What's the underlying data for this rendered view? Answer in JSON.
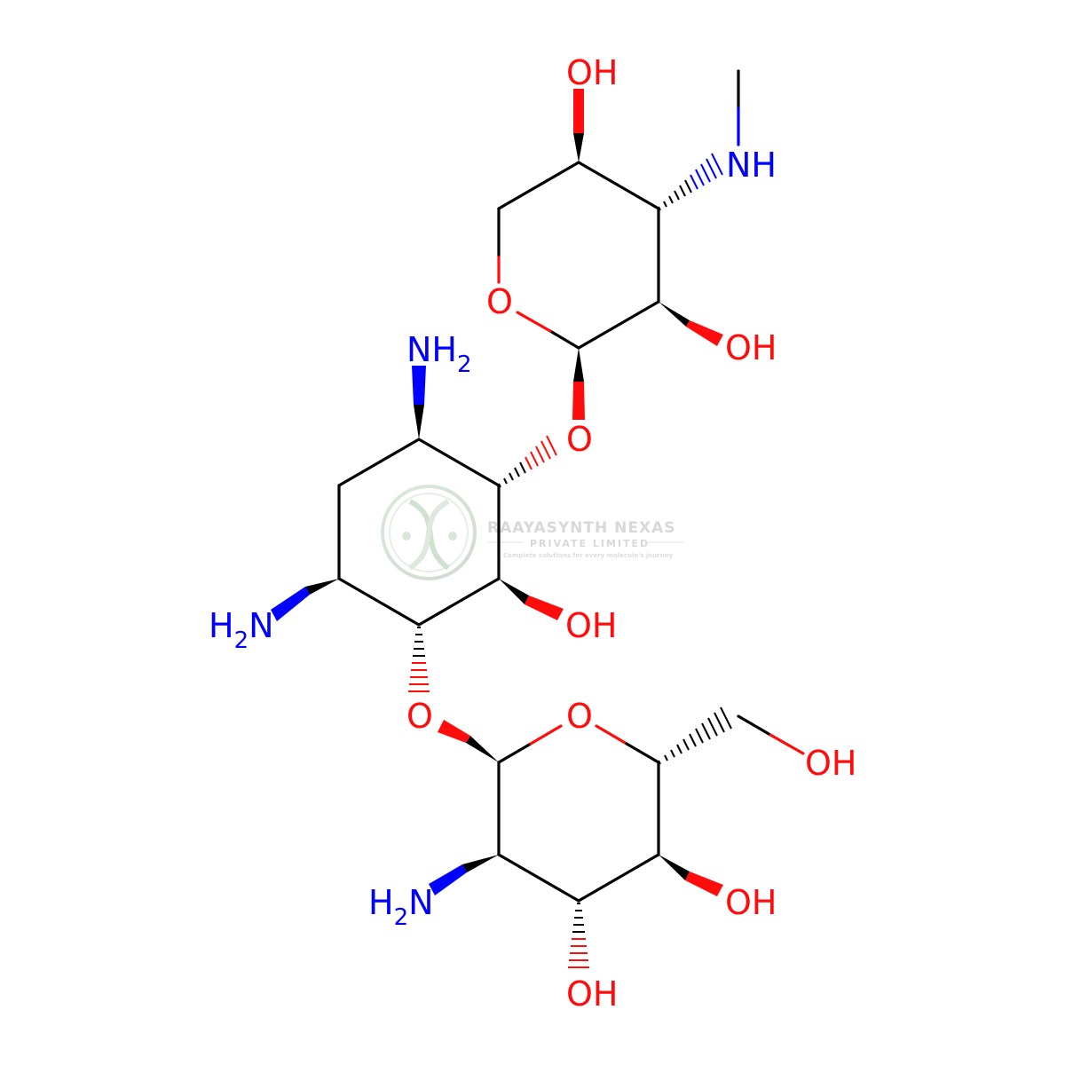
{
  "colors": {
    "bond": "#000000",
    "oxygen": "#ff0d0d",
    "nitrogen": "#0000ff",
    "watermark": "#cfd8cf"
  },
  "labels": {
    "top_oh": "OH",
    "nh": "NH",
    "ring_o_top": "O",
    "oh_right_top": "OH",
    "nh2_top": "NH",
    "nh2_top_sub": "2",
    "o_link_top": "O",
    "h2n_left_h": "H",
    "h2n_left_sub": "2",
    "h2n_left_n": "N",
    "oh_middle": "OH",
    "o_link_bottom": "O",
    "ring_o_bottom": "O",
    "oh_ch2": "OH",
    "h2n_bottom_h": "H",
    "h2n_bottom_sub": "2",
    "h2n_bottom_n": "N",
    "oh_right_bottom": "OH",
    "oh_bottom": "OH"
  },
  "watermark": {
    "title": "RAAYASYNTH NEXAS",
    "subtitle": "PRIVATE LIMITED",
    "tagline": "Complete solutions for every molecule's journey"
  }
}
